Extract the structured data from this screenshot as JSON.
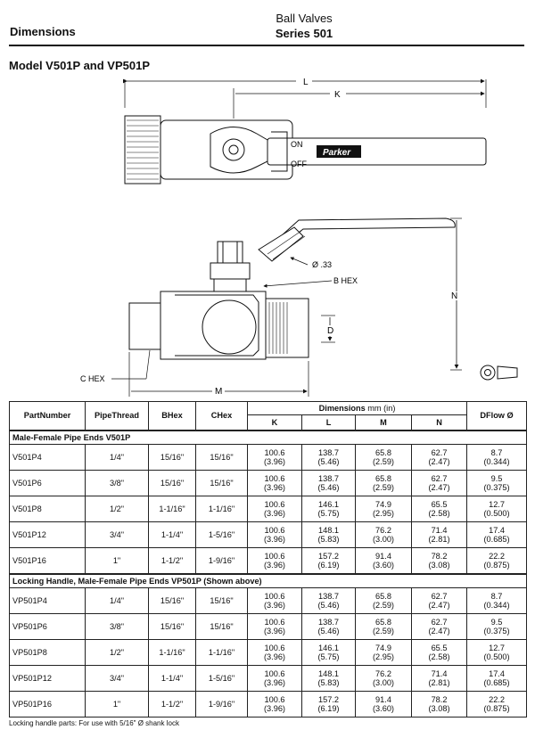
{
  "header": {
    "section": "Dimensions",
    "product": "Ball Valves",
    "series": "Series 501"
  },
  "model_title": "Model V501P and VP501P",
  "drawing": {
    "labels": {
      "L": "L",
      "K": "K",
      "on": "ON",
      "off": "OFF",
      "brand": "Parker",
      "hole": "Ø .33",
      "b_hex": "B HEX",
      "n": "N",
      "d": "D",
      "c_hex": "C HEX",
      "m": "M"
    }
  },
  "table": {
    "headers": {
      "part": [
        "Part",
        "Number"
      ],
      "pipe": [
        "Pipe",
        "Thread"
      ],
      "b": [
        "B",
        "Hex"
      ],
      "c": [
        "C",
        "Hex"
      ],
      "dims": "Dimensions",
      "dims_unit": "mm (in)",
      "k": "K",
      "l": "L",
      "m": "M",
      "n": "N",
      "d": [
        "D",
        "Flow Ø"
      ]
    },
    "sections": [
      {
        "title": "Male-Female Pipe Ends V501P",
        "rows": [
          {
            "part": "V501P4",
            "pipe": "1/4\"",
            "b": "15/16\"",
            "c": "15/16\"",
            "k": [
              "100.6",
              "(3.96)"
            ],
            "l": [
              "138.7",
              "(5.46)"
            ],
            "m": [
              "65.8",
              "(2.59)"
            ],
            "n": [
              "62.7",
              "(2.47)"
            ],
            "d": [
              "8.7",
              "(0.344)"
            ]
          },
          {
            "part": "V501P6",
            "pipe": "3/8\"",
            "b": "15/16\"",
            "c": "15/16\"",
            "k": [
              "100.6",
              "(3.96)"
            ],
            "l": [
              "138.7",
              "(5.46)"
            ],
            "m": [
              "65.8",
              "(2.59)"
            ],
            "n": [
              "62.7",
              "(2.47)"
            ],
            "d": [
              "9.5",
              "(0.375)"
            ]
          },
          {
            "part": "V501P8",
            "pipe": "1/2\"",
            "b": "1-1/16\"",
            "c": "1-1/16\"",
            "k": [
              "100.6",
              "(3.96)"
            ],
            "l": [
              "146.1",
              "(5.75)"
            ],
            "m": [
              "74.9",
              "(2.95)"
            ],
            "n": [
              "65.5",
              "(2.58)"
            ],
            "d": [
              "12.7",
              "(0.500)"
            ]
          },
          {
            "part": "V501P12",
            "pipe": "3/4\"",
            "b": "1-1/4\"",
            "c": "1-5/16\"",
            "k": [
              "100.6",
              "(3.96)"
            ],
            "l": [
              "148.1",
              "(5.83)"
            ],
            "m": [
              "76.2",
              "(3.00)"
            ],
            "n": [
              "71.4",
              "(2.81)"
            ],
            "d": [
              "17.4",
              "(0.685)"
            ]
          },
          {
            "part": "V501P16",
            "pipe": "1\"",
            "b": "1-1/2\"",
            "c": "1-9/16\"",
            "k": [
              "100.6",
              "(3.96)"
            ],
            "l": [
              "157.2",
              "(6.19)"
            ],
            "m": [
              "91.4",
              "(3.60)"
            ],
            "n": [
              "78.2",
              "(3.08)"
            ],
            "d": [
              "22.2",
              "(0.875)"
            ]
          }
        ]
      },
      {
        "title": "Locking Handle, Male-Female Pipe Ends VP501P (Shown above)",
        "rows": [
          {
            "part": "VP501P4",
            "pipe": "1/4\"",
            "b": "15/16\"",
            "c": "15/16\"",
            "k": [
              "100.6",
              "(3.96)"
            ],
            "l": [
              "138.7",
              "(5.46)"
            ],
            "m": [
              "65.8",
              "(2.59)"
            ],
            "n": [
              "62.7",
              "(2.47)"
            ],
            "d": [
              "8.7",
              "(0.344)"
            ]
          },
          {
            "part": "VP501P6",
            "pipe": "3/8\"",
            "b": "15/16\"",
            "c": "15/16\"",
            "k": [
              "100.6",
              "(3.96)"
            ],
            "l": [
              "138.7",
              "(5.46)"
            ],
            "m": [
              "65.8",
              "(2.59)"
            ],
            "n": [
              "62.7",
              "(2.47)"
            ],
            "d": [
              "9.5",
              "(0.375)"
            ]
          },
          {
            "part": "VP501P8",
            "pipe": "1/2\"",
            "b": "1-1/16\"",
            "c": "1-1/16\"",
            "k": [
              "100.6",
              "(3.96)"
            ],
            "l": [
              "146.1",
              "(5.75)"
            ],
            "m": [
              "74.9",
              "(2.95)"
            ],
            "n": [
              "65.5",
              "(2.58)"
            ],
            "d": [
              "12.7",
              "(0.500)"
            ]
          },
          {
            "part": "VP501P12",
            "pipe": "3/4\"",
            "b": "1-1/4\"",
            "c": "1-5/16\"",
            "k": [
              "100.6",
              "(3.96)"
            ],
            "l": [
              "148.1",
              "(5.83)"
            ],
            "m": [
              "76.2",
              "(3.00)"
            ],
            "n": [
              "71.4",
              "(2.81)"
            ],
            "d": [
              "17.4",
              "(0.685)"
            ]
          },
          {
            "part": "VP501P16",
            "pipe": "1\"",
            "b": "1-1/2\"",
            "c": "1-9/16\"",
            "k": [
              "100.6",
              "(3.96)"
            ],
            "l": [
              "157.2",
              "(6.19)"
            ],
            "m": [
              "91.4",
              "(3.60)"
            ],
            "n": [
              "78.2",
              "(3.08)"
            ],
            "d": [
              "22.2",
              "(0.875)"
            ]
          }
        ]
      }
    ]
  },
  "footnote": "Locking handle parts: For use with 5/16\" Ø shank lock"
}
